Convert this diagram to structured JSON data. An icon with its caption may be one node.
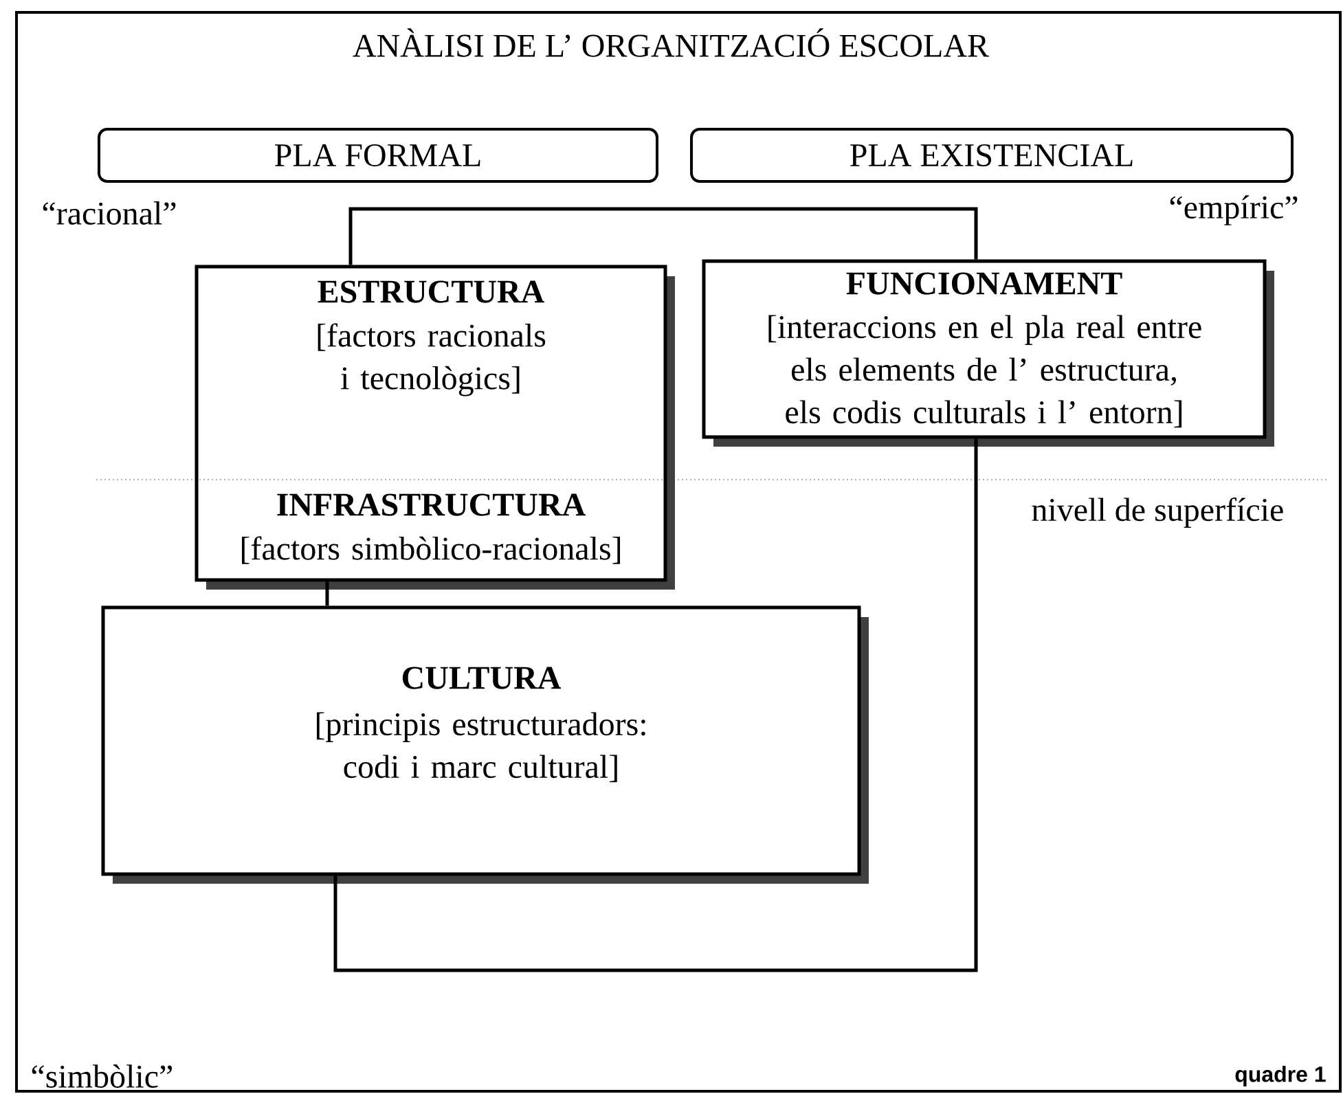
{
  "diagram": {
    "title": "ANÀLISI DE L’ ORGANITZACIÓ ESCOLAR",
    "nodes": [
      {
        "text": [
          "PLA FORMAL"
        ]
      },
      {
        "text": [
          "PLA EXISTENCIAL"
        ]
      },
      {
        "text": [
          "ESTRUCTURA",
          "[factors racionals i tecnològics]",
          "INFRASTRUCTURA",
          "[factors simbòlico-racionals]"
        ]
      },
      {
        "text": [
          "FUNCIONAMENT",
          "[interaccions en el pla real entre els elements de l’ estructura, els codis culturals i l’ entorn]"
        ]
      },
      {
        "text": [
          "CULTURA",
          "[principis estructuradors: codi i marc cultural]"
        ]
      }
    ],
    "edges": [
      {
        "from": 2,
        "to": 3,
        "arrow": "none"
      },
      {
        "from": 2,
        "to": 4,
        "arrow": "none"
      },
      {
        "from": 4,
        "to": 3,
        "arrow": "none"
      }
    ],
    "labels": [
      "“racional”",
      "“empíric”",
      "nivell de superfície",
      "“simbòlic”",
      "quadre 1"
    ]
  }
}
